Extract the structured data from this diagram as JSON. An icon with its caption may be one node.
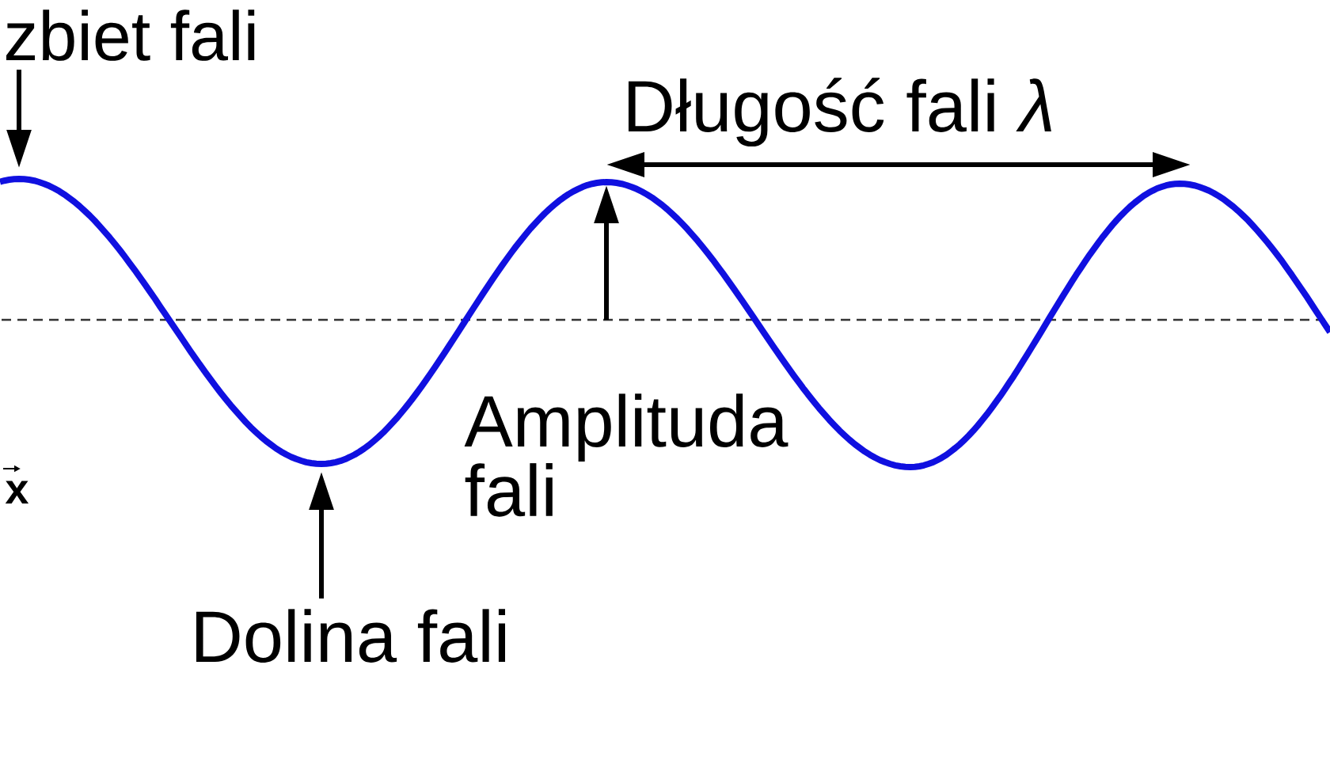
{
  "diagram": {
    "nodes": [
      {
        "text": [
          "zbiet fali"
        ]
      },
      {
        "text": [
          "Dolina fali"
        ]
      }
    ],
    "edges": [
      {
        "from": 0,
        "to": null,
        "arrow": "to"
      },
      {
        "from": 1,
        "to": null,
        "arrow": "to"
      }
    ],
    "labels": [
      "Długość fali *λ*",
      "Amplituda fali",
      "x"
    ]
  }
}
